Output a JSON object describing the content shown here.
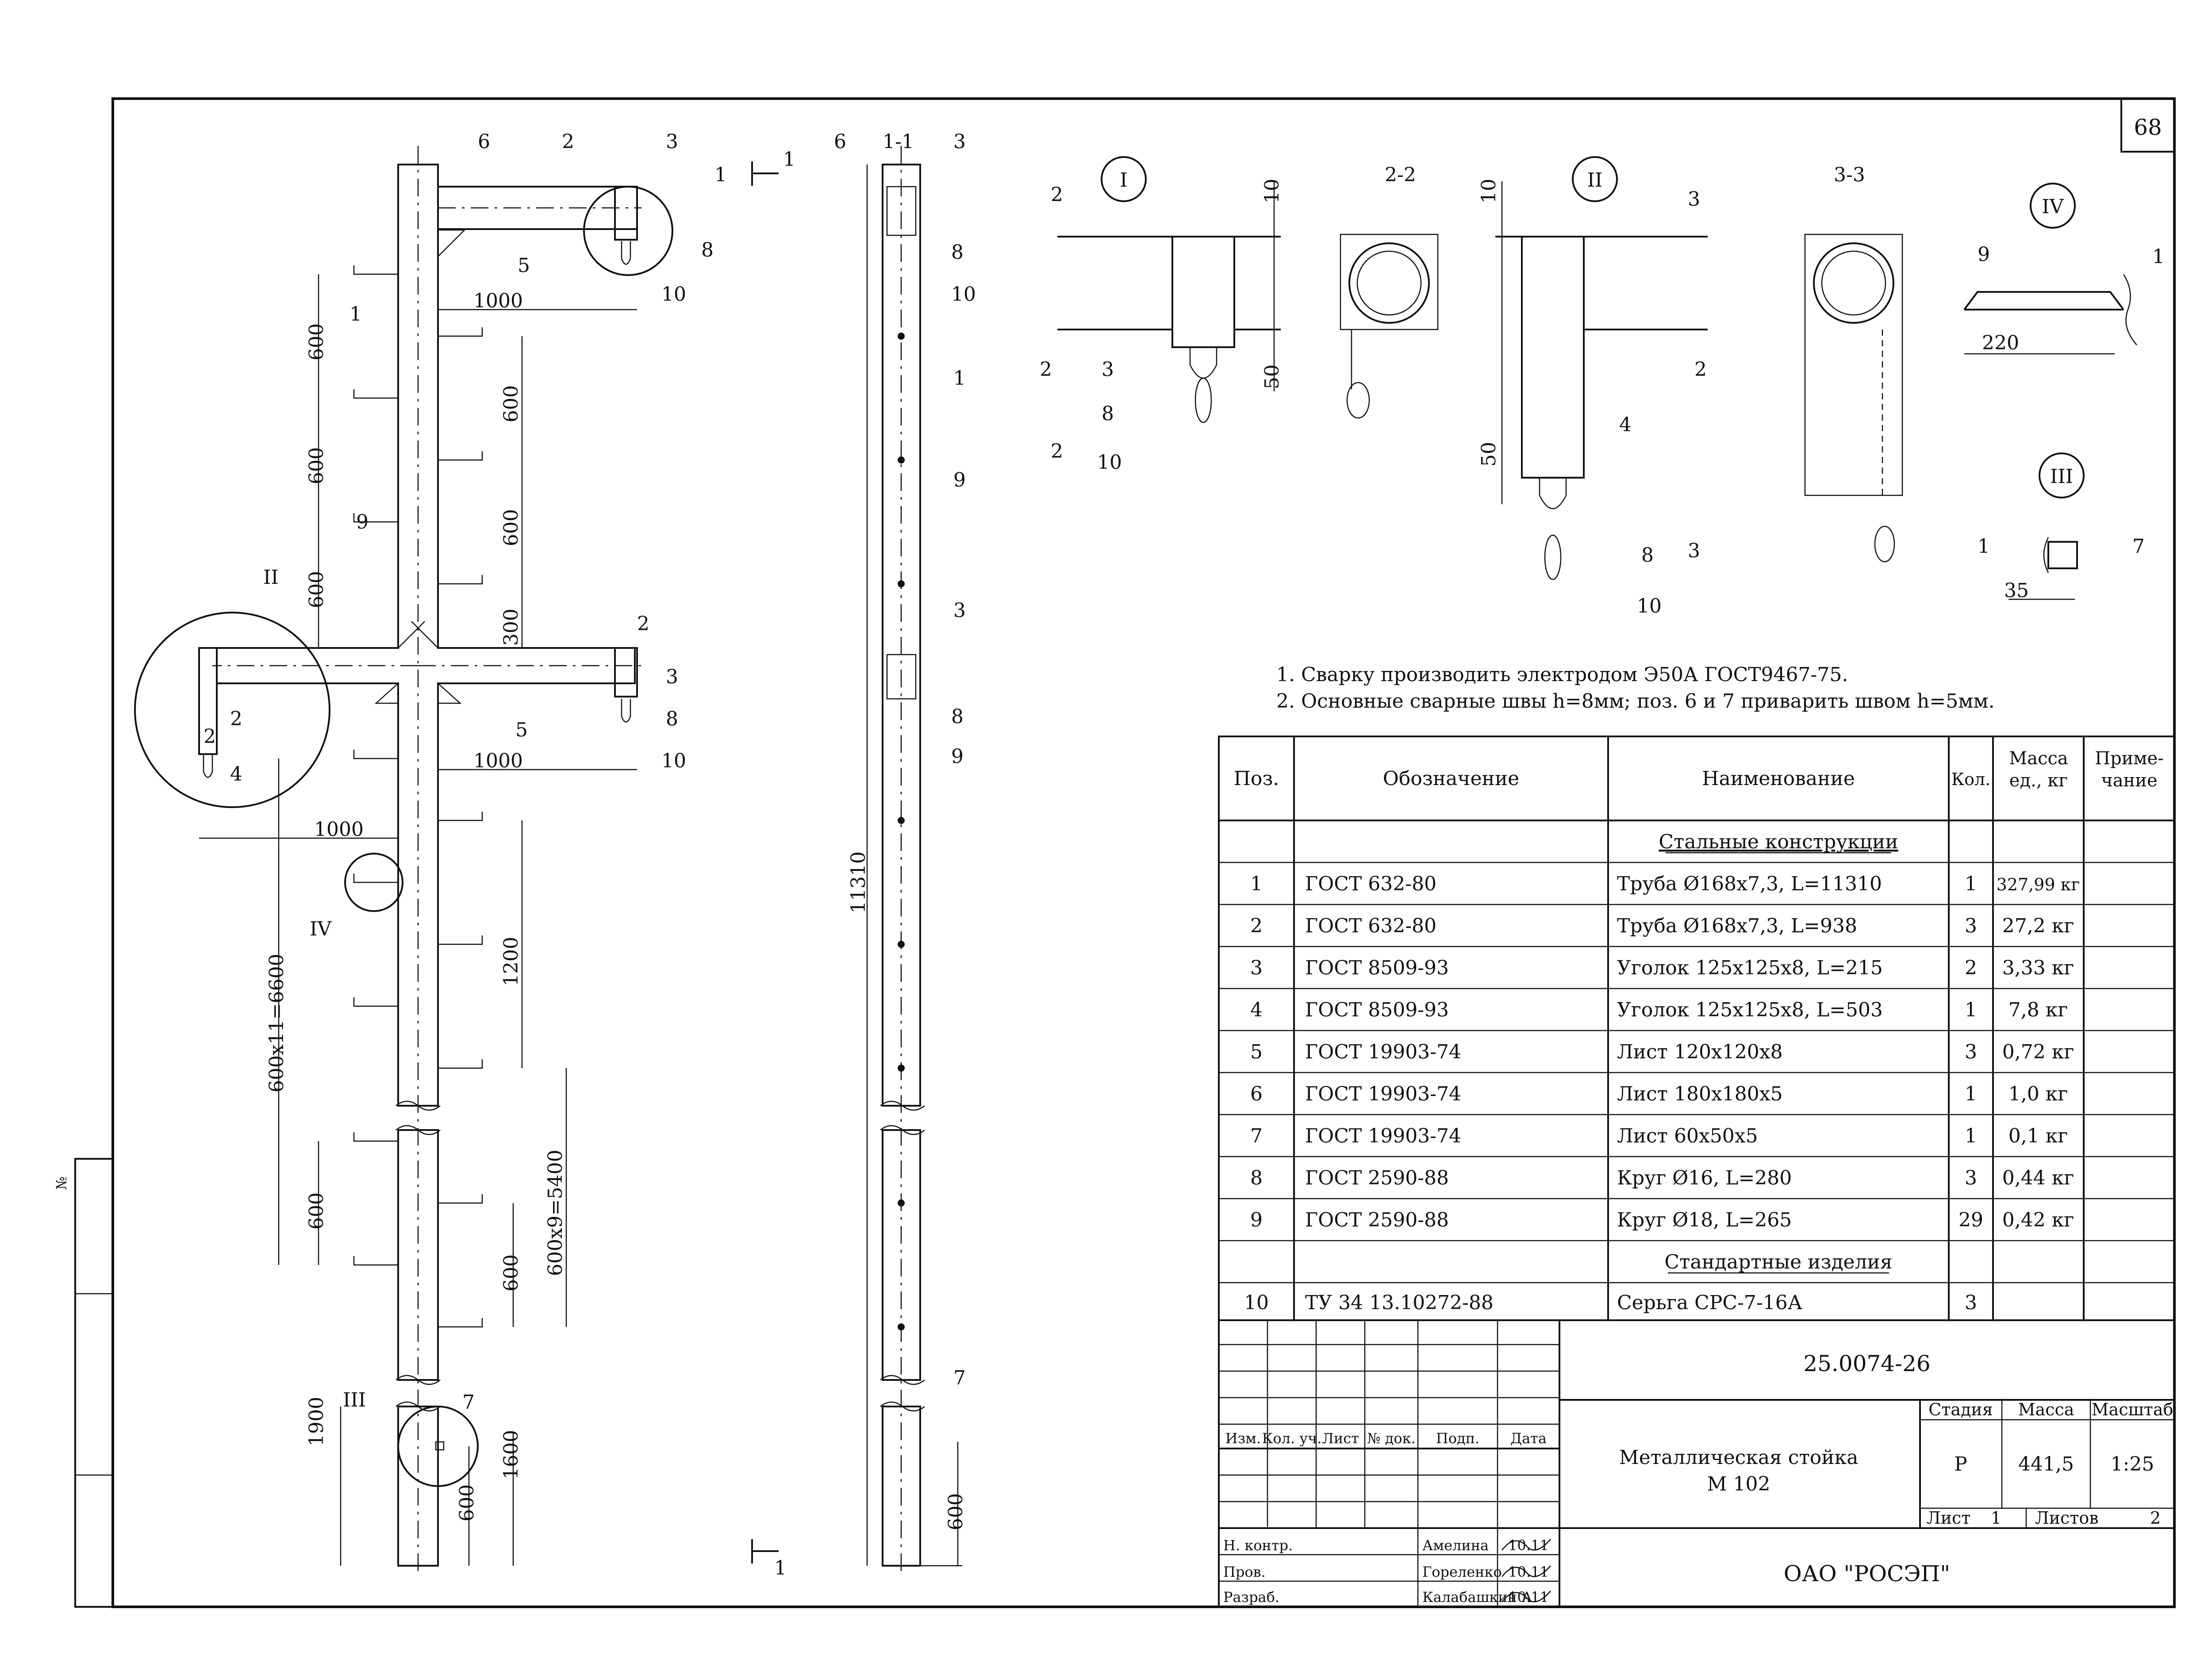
{
  "sheet": {
    "number": "68"
  },
  "labels": {
    "n1": "1",
    "n2": "2",
    "n3": "3",
    "n4": "4",
    "n5": "5",
    "n6": "6",
    "n7": "7",
    "n8": "8",
    "n9": "9",
    "n10": "10",
    "s11": "1-1",
    "s22": "2-2",
    "s33": "3-3",
    "I": "I",
    "II": "II",
    "III": "III",
    "IV": "IV"
  },
  "dims": {
    "d600": "600",
    "d300": "300",
    "d1000": "1000",
    "d1200": "1200",
    "d1900": "1900",
    "d1600": "1600",
    "d11310": "11310",
    "d6600": "600x11=6600",
    "d5400": "600x9=5400",
    "d10": "10",
    "d50": "50",
    "d220": "220",
    "d35": "35"
  },
  "notes": [
    "1. Сварку производить электродом Э50А ГОСТ9467-75.",
    "2. Основные сварные швы h=8мм; поз. 6 и 7 приварить швом h=5мм."
  ],
  "spec": {
    "headers": {
      "pos": "Поз.",
      "oboz": "Обозначение",
      "naim": "Наименование",
      "kol": "Кол.",
      "massa": "Масса ед., кг",
      "prim": "Приме- чание"
    },
    "section_steel": "Стальные конструкции",
    "section_std": "Стандартные изделия",
    "rows": [
      {
        "pos": "1",
        "oboz": "ГОСТ 632-80",
        "naim": "Труба Ø168x7,3, L=11310",
        "kol": "1",
        "massa": "327,99 кг"
      },
      {
        "pos": "2",
        "oboz": "ГОСТ 632-80",
        "naim": "Труба Ø168x7,3, L=938",
        "kol": "3",
        "massa": "27,2 кг"
      },
      {
        "pos": "3",
        "oboz": "ГОСТ 8509-93",
        "naim": "Уголок 125x125x8, L=215",
        "kol": "2",
        "massa": "3,33 кг"
      },
      {
        "pos": "4",
        "oboz": "ГОСТ 8509-93",
        "naim": "Уголок 125x125x8, L=503",
        "kol": "1",
        "massa": "7,8 кг"
      },
      {
        "pos": "5",
        "oboz": "ГОСТ 19903-74",
        "naim": "Лист 120x120x8",
        "kol": "3",
        "massa": "0,72 кг"
      },
      {
        "pos": "6",
        "oboz": "ГОСТ 19903-74",
        "naim": "Лист 180x180x5",
        "kol": "1",
        "massa": "1,0 кг"
      },
      {
        "pos": "7",
        "oboz": "ГОСТ 19903-74",
        "naim": "Лист 60x50x5",
        "kol": "1",
        "massa": "0,1 кг"
      },
      {
        "pos": "8",
        "oboz": "ГОСТ 2590-88",
        "naim": "Круг Ø16, L=280",
        "kol": "3",
        "massa": "0,44 кг"
      },
      {
        "pos": "9",
        "oboz": "ГОСТ 2590-88",
        "naim": "Круг Ø18, L=265",
        "kol": "29",
        "massa": "0,42 кг"
      }
    ],
    "std_rows": [
      {
        "pos": "10",
        "oboz": "ТУ 34 13.10272-88",
        "naim": "Серьга СРС-7-16А",
        "kol": "3",
        "massa": ""
      }
    ]
  },
  "stamp": {
    "code": "25.0074-26",
    "title1": "Металлическая стойка",
    "title2": "М 102",
    "stage_label": "Стадия",
    "mass_label": "Масса",
    "scale_label": "Масштаб",
    "stage": "Р",
    "mass": "441,5",
    "scale": "1:25",
    "sheet_label": "Лист",
    "sheet": "1",
    "sheets_label": "Листов",
    "sheets": "2",
    "org": "ОАО \"РОСЭП\"",
    "cols": {
      "izm": "Изм.",
      "kolu": "Кол. уч.",
      "list": "Лист",
      "ndok": "№ док.",
      "podp": "Подп.",
      "data": "Дата"
    },
    "people": [
      {
        "role": "Н. контр.",
        "name": "Амелина",
        "date": "10.11"
      },
      {
        "role": "Пров.",
        "name": "Гореленко",
        "date": "10.11"
      },
      {
        "role": "Разраб.",
        "name": "Калабашкин А",
        "date": "10.11"
      }
    ]
  },
  "margin": {
    "label": "№"
  }
}
